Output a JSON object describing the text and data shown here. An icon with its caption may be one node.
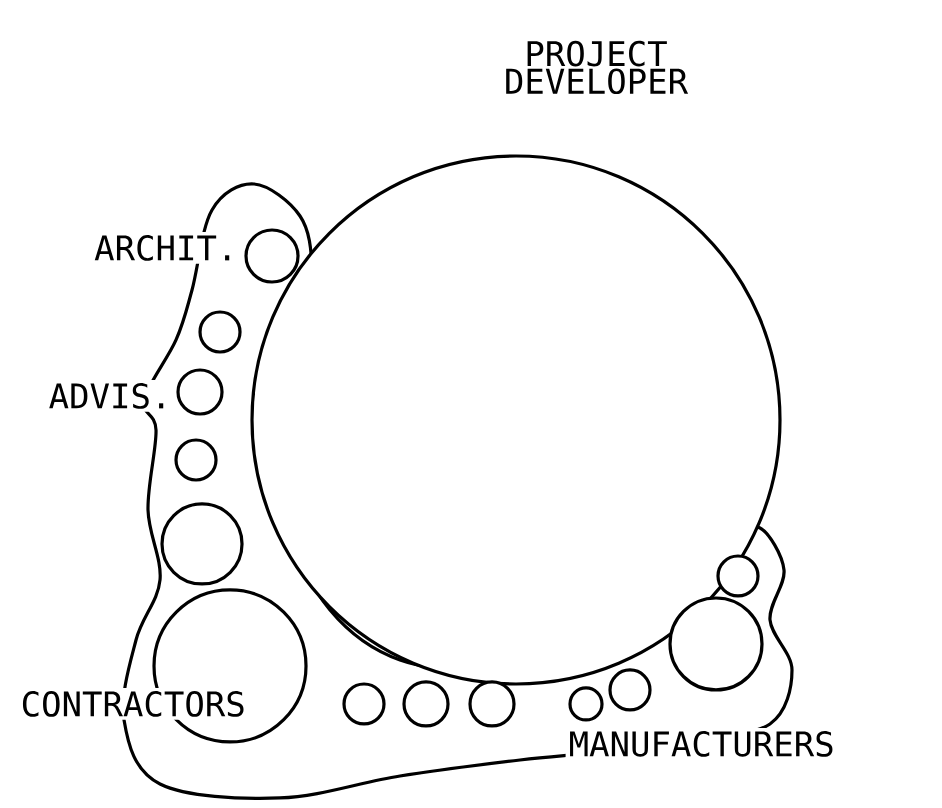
{
  "diagram": {
    "nodes": [
      {
        "text": [
          "PROJECT DEVELOPER"
        ]
      },
      {
        "text": [],
        "shape": "circle"
      },
      {
        "text": [],
        "shape": "circle"
      },
      {
        "text": [],
        "shape": "circle"
      },
      {
        "text": [],
        "shape": "circle"
      },
      {
        "text": [],
        "shape": "circle"
      },
      {
        "text": [],
        "shape": "circle"
      },
      {
        "text": [],
        "shape": "circle"
      },
      {
        "text": [],
        "shape": "circle"
      },
      {
        "text": [],
        "shape": "circle"
      },
      {
        "text": [],
        "shape": "circle"
      },
      {
        "text": [],
        "shape": "circle"
      },
      {
        "text": [],
        "shape": "circle"
      },
      {
        "text": [],
        "shape": "circle"
      }
    ],
    "labels": [
      "ARCHIT.",
      "ADVIS.",
      "CONTRACTORS",
      "MANUFACTURERS"
    ]
  }
}
